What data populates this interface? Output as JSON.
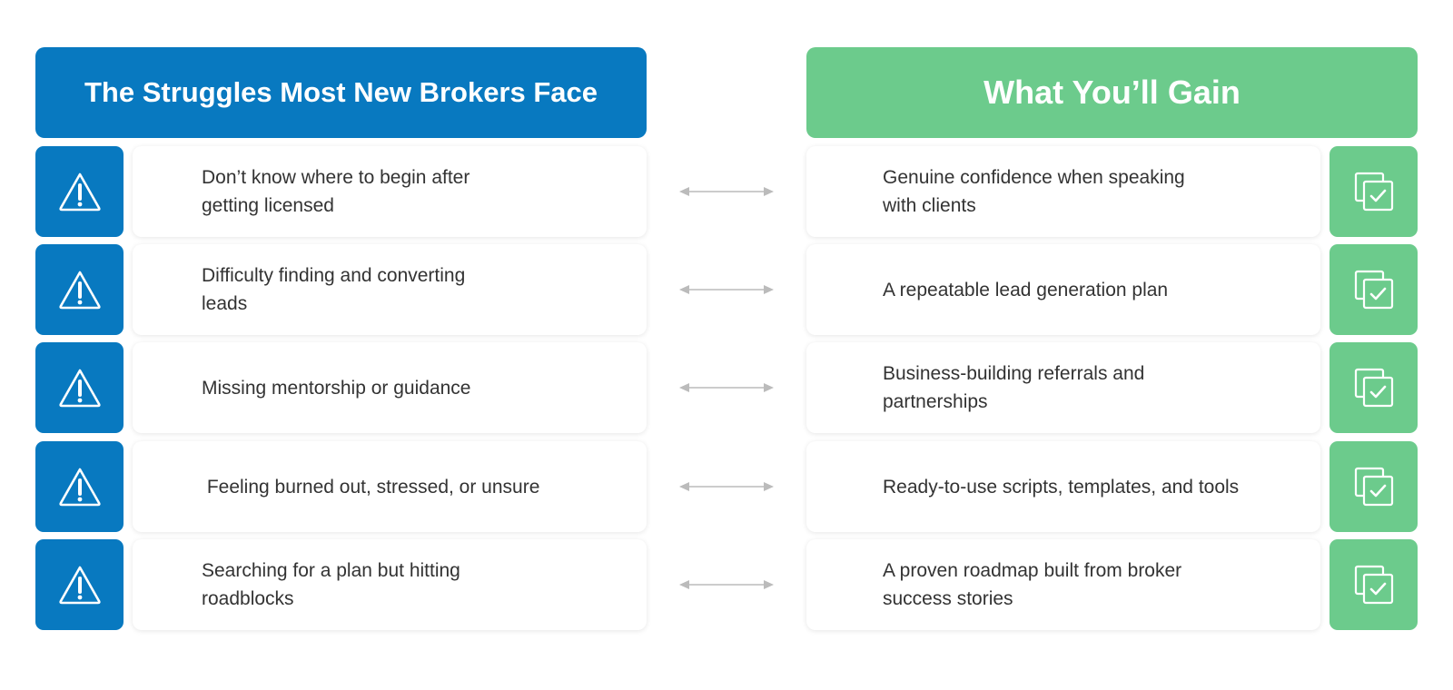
{
  "left_header": "The Struggles Most New Brokers Face",
  "right_header": "What You’ll Gain",
  "rows": [
    {
      "struggle": "Don’t know where to begin after getting licensed",
      "gain": "Genuine confidence when speaking with clients"
    },
    {
      "struggle": "Difficulty finding and converting leads",
      "gain": "A repeatable lead generation plan"
    },
    {
      "struggle": "Missing mentorship or guidance",
      "gain": "Business-building referrals and partnerships"
    },
    {
      "struggle": " Feeling burned out, stressed, or unsure",
      "gain": "Ready-to-use scripts, templates, and tools"
    },
    {
      "struggle": "Searching for a plan but hitting roadblocks",
      "gain": "A proven roadmap built from broker success stories"
    }
  ],
  "icons": {
    "struggle": "warning-triangle-icon",
    "gain": "checked-copy-icon",
    "connector": "double-arrow-icon"
  },
  "colors": {
    "struggle_accent": "#0879c0",
    "gain_accent": "#6ccb8c",
    "arrow": "#bbbbbb",
    "text": "#333333"
  }
}
